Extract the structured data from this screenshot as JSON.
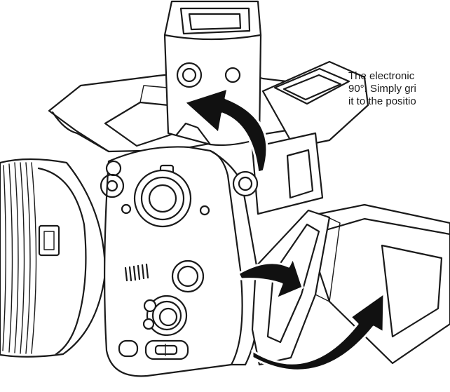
{
  "caption": {
    "line1": "The electronic",
    "line2": "90°. Simply gri",
    "line3": "it to the positio"
  },
  "colors": {
    "line": "#1a1a1a",
    "background": "#ffffff"
  }
}
